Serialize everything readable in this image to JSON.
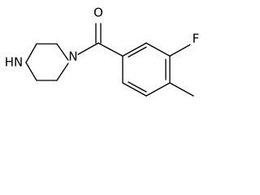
{
  "molecule": {
    "atoms": {
      "O": "O",
      "N": "N",
      "HN": "HN",
      "F": "F"
    }
  }
}
